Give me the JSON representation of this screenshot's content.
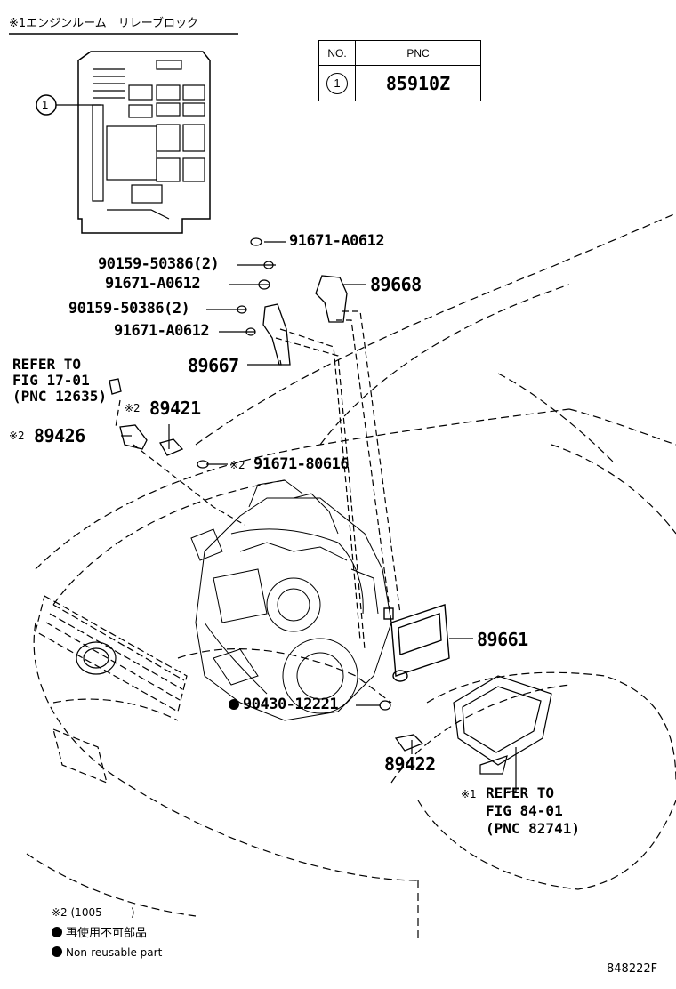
{
  "header": {
    "mark": "※1",
    "title": "エンジンルーム　リレーブロック"
  },
  "pnc_table": {
    "col_no": "NO.",
    "col_pnc": "PNC",
    "row_no": "1",
    "row_pnc": "85910Z"
  },
  "callout_number": "1",
  "parts": {
    "p1": "91671-A0612",
    "p2": "90159-50386(2)",
    "p3": "91671-A0612",
    "p4": "89668",
    "p5": "90159-50386(2)",
    "p6": "91671-A0612",
    "p7": "89667",
    "p8": "89421",
    "p9": "89426",
    "p10": "91671-80616",
    "p11": "89661",
    "p12": "90430-12221",
    "p13": "89422"
  },
  "marks": {
    "m2a": "※2",
    "m2b": "※2",
    "m2c": "※2",
    "m1": "※1"
  },
  "ref_left": {
    "l1": "REFER TO",
    "l2": "FIG 17-01",
    "l3": "(PNC 12635)"
  },
  "ref_right": {
    "l1": "REFER TO",
    "l2": "FIG 84-01",
    "l3": "(PNC 82741)"
  },
  "footnotes": {
    "n1": "※2 (1005-　　 )",
    "n2": "再使用不可部品",
    "n3": "Non-reusable part"
  },
  "figure_code": "848222F"
}
